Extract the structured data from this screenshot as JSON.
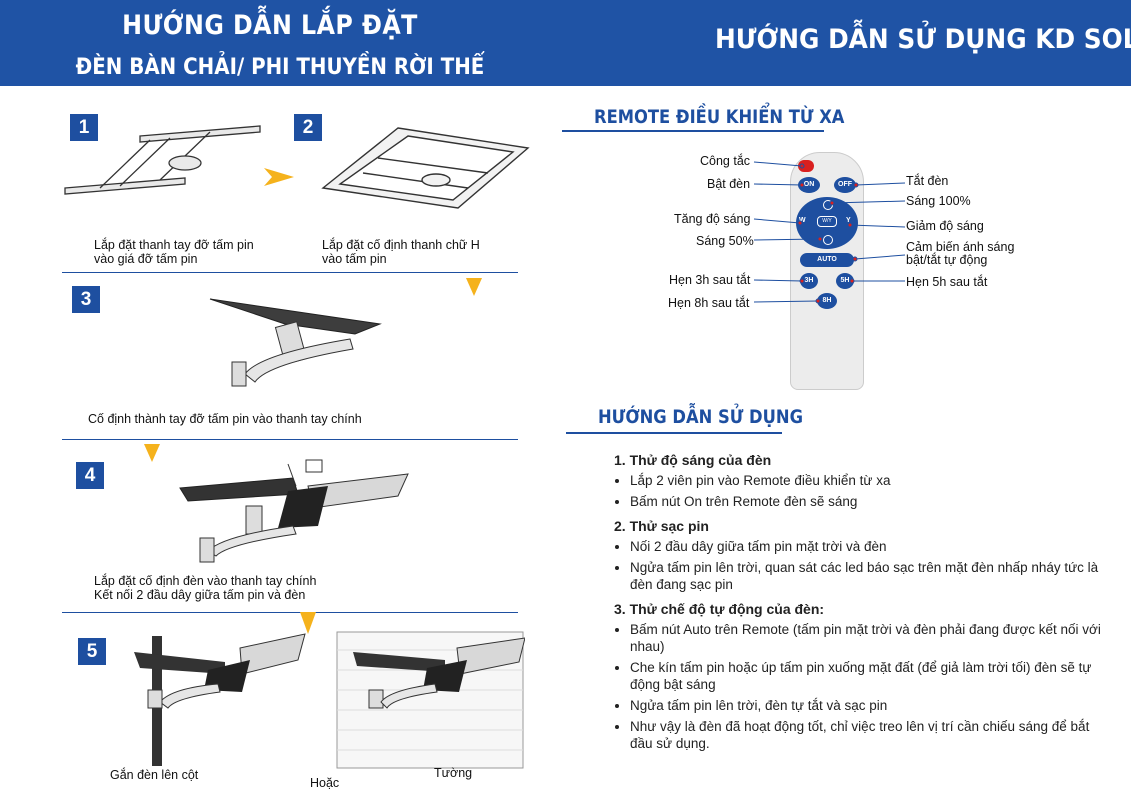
{
  "header": {
    "title_main": "HƯỚNG DẪN LẮP ĐẶT",
    "subtitle": "ĐÈN BÀN CHẢI/ PHI THUYỀN RỜI THỂ",
    "title_right": "HƯỚNG DẪN SỬ DỤNG KD SOLAR"
  },
  "steps": [
    {
      "num": "1",
      "caption": [
        "Lắp đặt thanh tay đỡ tấm pin",
        "vào giá đỡ tấm pin"
      ]
    },
    {
      "num": "2",
      "caption": [
        "Lắp đặt cố định thanh chữ H",
        "vào tấm pin"
      ]
    },
    {
      "num": "3",
      "caption": [
        "Cố định thành tay đỡ tấm pin vào thanh tay chính"
      ]
    },
    {
      "num": "4",
      "caption": [
        "Lắp đặt cố định đèn vào thanh tay chính",
        "Kết nối 2 đầu dây giữa tấm pin và đèn"
      ]
    },
    {
      "num": "5",
      "caption_pole": "Gắn đèn lên cột",
      "caption_or": "Hoặc",
      "caption_wall": "Tường"
    }
  ],
  "remote": {
    "title": "REMOTE ĐIỀU KHIỂN TỪ XA",
    "labels_left": [
      "Công tắc",
      "Bật đèn",
      "Tăng độ sáng",
      "Sáng 50%",
      "Hẹn 3h sau tắt",
      "Hẹn 8h sau tắt"
    ],
    "labels_right": [
      "Tắt đèn",
      "Sáng 100%",
      "Giảm độ sáng",
      "Cảm biến ánh sáng",
      "bật/tắt tự động",
      "Hẹn 5h sau tắt"
    ],
    "buttons": {
      "on": "ON",
      "off": "OFF",
      "auto": "AUTO",
      "h3": "3H",
      "h5": "5H",
      "h8": "8H",
      "w": "W",
      "y": "Y",
      "wy": "W/Y"
    }
  },
  "guide": {
    "title": "HƯỚNG DẪN SỬ DỤNG",
    "sections": [
      {
        "heading": "1. Thử độ sáng của đèn",
        "items": [
          "Lắp 2 viên pin vào Remote điều khiển từ xa",
          "Bấm nút On trên Remote đèn sẽ sáng"
        ]
      },
      {
        "heading": "2. Thử sạc pin",
        "items": [
          "Nối 2 đầu dây giữa tấm pin mặt trời và đèn",
          "Ngửa tấm pin lên trời, quan sát các led báo sạc trên mặt đèn nhấp nháy tức là đèn đang sạc pin"
        ]
      },
      {
        "heading": "3. Thử chế độ tự động của đèn:",
        "items": [
          "Bấm nút Auto trên Remote (tấm pin mặt trời và đèn phải đang được kết nối với nhau)",
          "Che kín tấm pin hoặc úp tấm pin xuống mặt đất (để giả làm trời tối) đèn sẽ tự động bật sáng",
          "Ngửa tấm pin lên trời, đèn tự tắt và sạc pin",
          "Như vậy là đèn đã hoạt động tốt, chỉ việc treo lên vị trí cần chiếu sáng để bắt đầu sử dụng."
        ]
      }
    ]
  },
  "colors": {
    "brand_blue": "#1f53a5",
    "arrow_yellow": "#f5b21c"
  }
}
